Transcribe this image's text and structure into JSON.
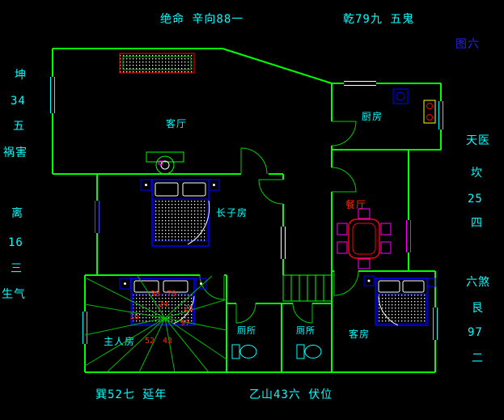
{
  "figure": {
    "caption": "图六"
  },
  "compass": {
    "top": {
      "left": "绝命 辛向88一",
      "right": "乾79九 五鬼"
    },
    "left_upper": {
      "trigram": "坤",
      "stars": "34",
      "rank": "五",
      "name": "祸害"
    },
    "left_lower": {
      "trigram": "离",
      "stars": "16",
      "rank": "三",
      "name": "生气"
    },
    "right_upper": {
      "name": "天医",
      "trigram": "坎",
      "stars": "25",
      "rank": "四"
    },
    "right_lower": {
      "name": "六煞",
      "trigram": "艮",
      "stars": "97",
      "rank": "二"
    },
    "bottom": {
      "left": "巽52七 延年",
      "right": "乙山43六 伏位"
    }
  },
  "rooms": {
    "living": "客厅",
    "kitchen": "厨房",
    "dining": "餐厅",
    "eldest_son": "长子房",
    "master": "主人房",
    "toilet_a": "厕所",
    "toilet_b": "厕所",
    "guest": "客房"
  },
  "center_stars": {
    "n1": "38",
    "n2": "79",
    "n3": "24",
    "n4": "25",
    "n5": "16",
    "n6": "97",
    "n7": "52",
    "n8": "43"
  },
  "colors": {
    "background": "#000000",
    "wall": "#00ff00",
    "text": "#00ffff",
    "highlight": "#ff0000",
    "furniture": "#0000ff",
    "chairs": "#ff00ff",
    "figure_caption": "#2222ee",
    "stove": "#ffff00"
  }
}
